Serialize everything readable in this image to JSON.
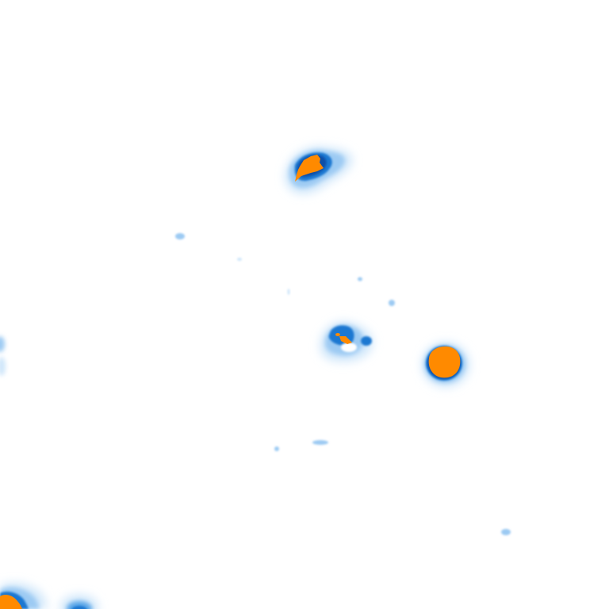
{
  "map": {
    "kind": "precipitation-radar-tile",
    "background_color": "#ffffff",
    "intensity_palette": {
      "very_light": "#cfe6fa",
      "light": "#9ccaf3",
      "moderate": "#5aa6e8",
      "heavy": "#1f78d1",
      "core_edge": "#0b4fa8",
      "extreme": "#ff8a00"
    },
    "precipitation_cells": [
      {
        "id": "north-cell",
        "intensity": "extreme"
      },
      {
        "id": "center-cell",
        "intensity": "extreme"
      },
      {
        "id": "east-cell",
        "intensity": "extreme"
      },
      {
        "id": "southwest-corner-cell",
        "intensity": "extreme"
      },
      {
        "id": "south-edge-cell",
        "intensity": "heavy"
      },
      {
        "id": "west-edge-cell",
        "intensity": "moderate"
      }
    ]
  }
}
